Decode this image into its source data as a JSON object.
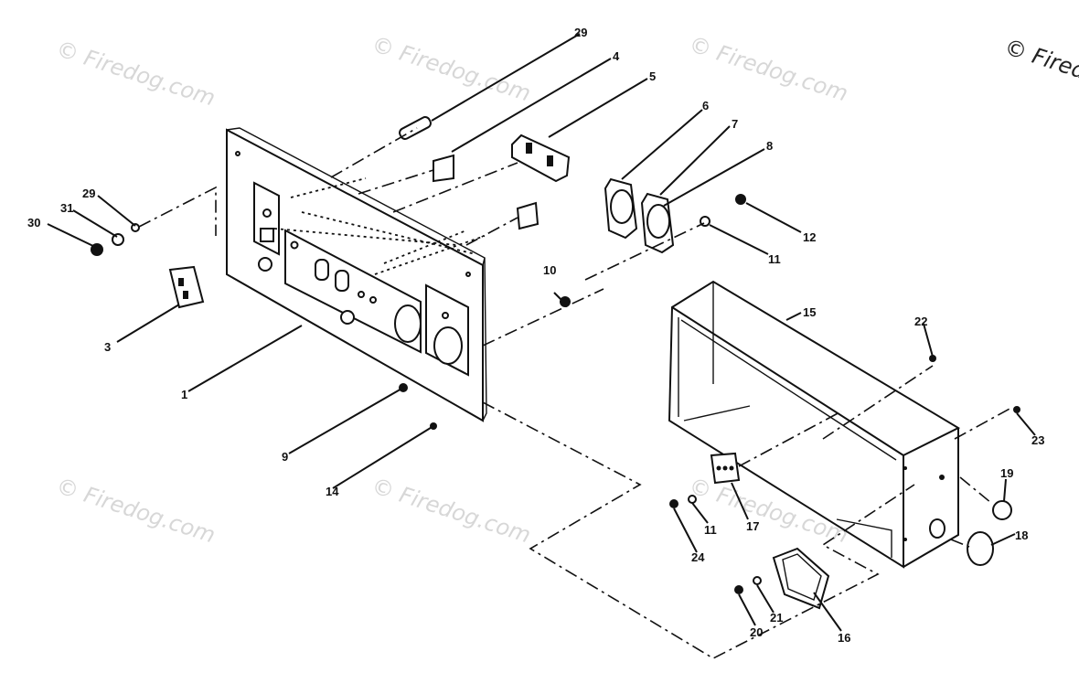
{
  "watermark": {
    "text": "© Firedog.com",
    "corner_text": "© Fired"
  },
  "callouts": {
    "c29_top": "29",
    "c4": "4",
    "c5": "5",
    "c6": "6",
    "c7": "7",
    "c8": "8",
    "c12": "12",
    "c11_right": "11",
    "c10": "10",
    "c29_left": "29",
    "c31": "31",
    "c30": "30",
    "c3": "3",
    "c1": "1",
    "c9": "9",
    "c14": "14",
    "c15": "15",
    "c22": "22",
    "c23": "23",
    "c19": "19",
    "c18": "18",
    "c17": "17",
    "c11_low": "11",
    "c24": "24",
    "c21": "21",
    "c20": "20",
    "c16": "16"
  }
}
